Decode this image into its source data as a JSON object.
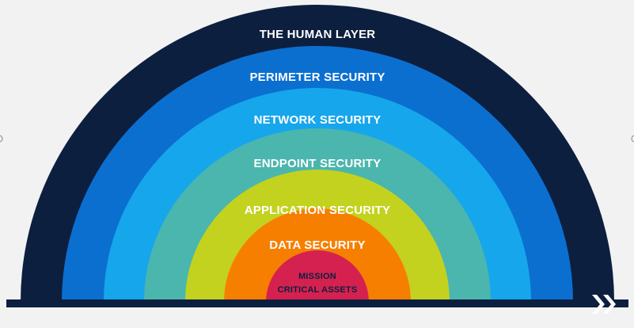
{
  "diagram": {
    "layers": [
      {
        "label": "THE HUMAN LAYER",
        "color": "#0c1f3f",
        "text_color": "#ffffff"
      },
      {
        "label": "PERIMETER SECURITY",
        "color": "#0b6fd0",
        "text_color": "#ffffff"
      },
      {
        "label": "NETWORK SECURITY",
        "color": "#16a6ec",
        "text_color": "#ffffff"
      },
      {
        "label": "ENDPOINT SECURITY",
        "color": "#4bb6ae",
        "text_color": "#ffffff"
      },
      {
        "label": "APPLICATION SECURITY",
        "color": "#c3d21f",
        "text_color": "#ffffff"
      },
      {
        "label": "DATA SECURITY",
        "color": "#f77f00",
        "text_color": "#ffffff"
      }
    ],
    "core": {
      "label_line1": "MISSION",
      "label_line2": "CRITICAL ASSETS",
      "color": "#d5214f",
      "text_color": "#0c1f3f"
    },
    "baseline_color": "#0c1f3f"
  },
  "logo": {
    "icon": "double-chevron-right-icon",
    "color": "#ffffff"
  },
  "side_markers": {
    "icon": "circle-outline-icon",
    "color": "#9a9a9a"
  }
}
